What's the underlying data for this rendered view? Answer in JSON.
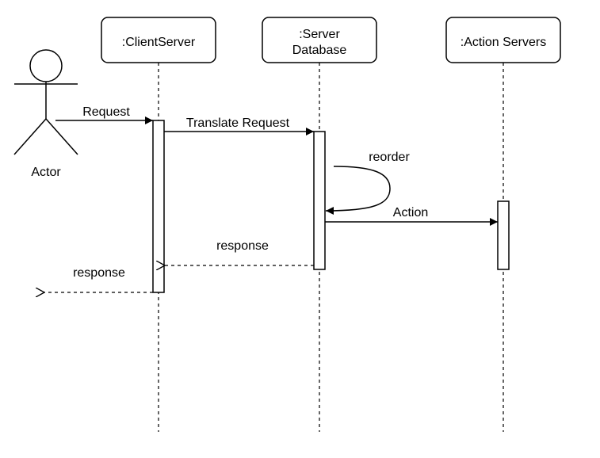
{
  "actor": {
    "label": "Actor"
  },
  "lifelines": [
    {
      "lines": [
        ":ClientServer"
      ]
    },
    {
      "lines": [
        ":Server",
        "Database"
      ]
    },
    {
      "lines": [
        ":Action Servers"
      ]
    }
  ],
  "messages": {
    "request": "Request",
    "translate_request": "Translate Request",
    "reorder": "reorder",
    "action": "Action",
    "response_db": "response",
    "response_client": "response"
  }
}
